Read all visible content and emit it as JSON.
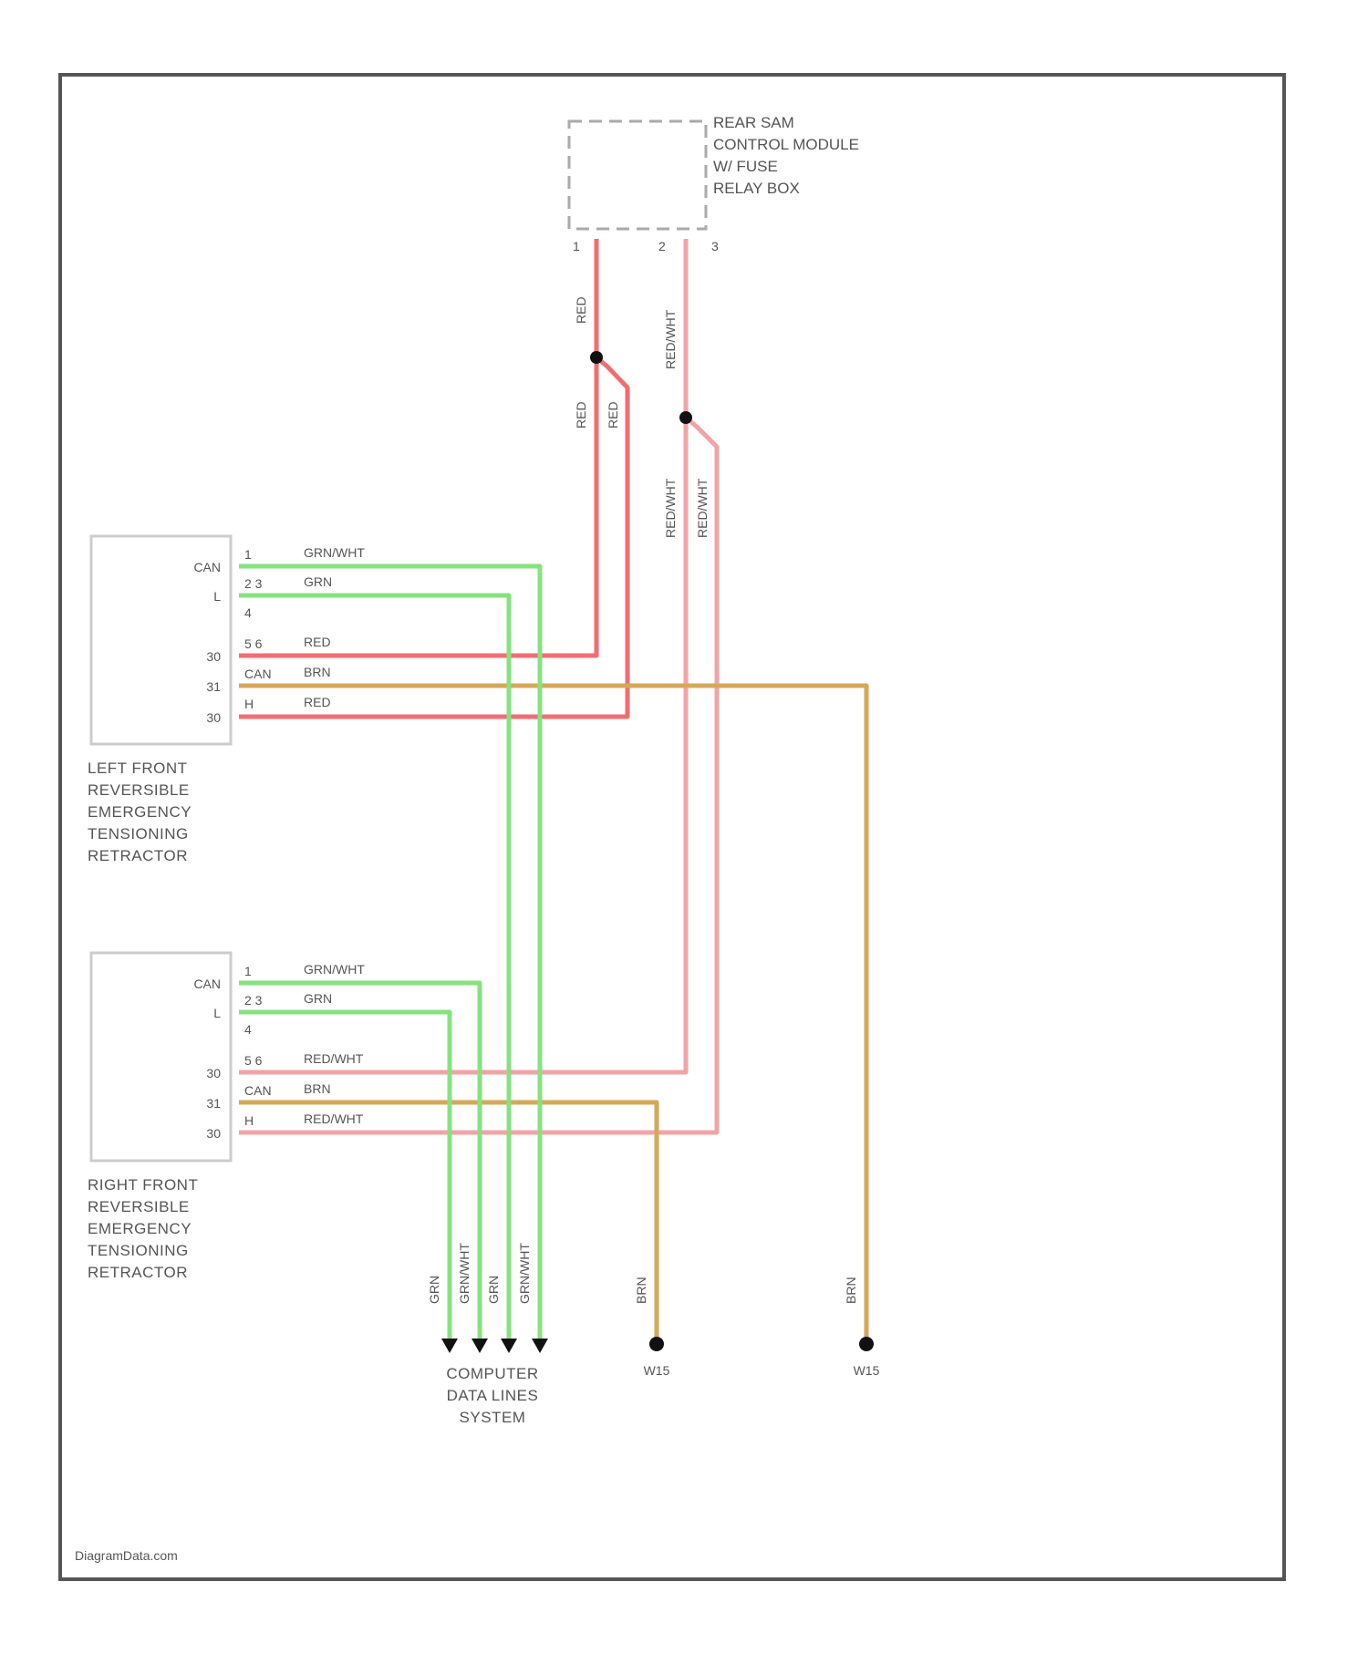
{
  "module": {
    "label_lines": [
      "REAR SAM",
      "CONTROL MODULE",
      "W/ FUSE",
      "RELAY BOX"
    ],
    "pins": [
      "1",
      "2",
      "3"
    ]
  },
  "left_retractor": {
    "name_lines": [
      "LEFT FRONT",
      "REVERSIBLE",
      "EMERGENCY",
      "TENSIONING",
      "RETRACTOR"
    ],
    "inner_labels": [
      "CAN",
      "L",
      "30",
      "31",
      "30"
    ],
    "pins": [
      "1",
      "2 3",
      "4",
      "5 6",
      "CAN",
      "H"
    ],
    "wire_labels": [
      "GRN/WHT",
      "GRN",
      "RED",
      "BRN",
      "RED"
    ]
  },
  "right_retractor": {
    "name_lines": [
      "RIGHT FRONT",
      "REVERSIBLE",
      "EMERGENCY",
      "TENSIONING",
      "RETRACTOR"
    ],
    "inner_labels": [
      "CAN",
      "L",
      "30",
      "31",
      "30"
    ],
    "pins": [
      "1",
      "2 3",
      "4",
      "5 6",
      "CAN",
      "H"
    ],
    "wire_labels": [
      "GRN/WHT",
      "GRN",
      "RED/WHT",
      "BRN",
      "RED/WHT"
    ]
  },
  "vertical_labels": {
    "module_pin1_wire": "RED",
    "module_pin3_wire": "RED/WHT",
    "left_split_a": "RED",
    "left_split_b": "RED",
    "right_split_a": "RED/WHT",
    "right_split_b": "RED/WHT",
    "bottom_1": "GRN",
    "bottom_2": "GRN/WHT",
    "bottom_3": "GRN",
    "bottom_4": "GRN/WHT",
    "ground_1": "BRN",
    "ground_2": "BRN"
  },
  "terminals": {
    "data_lines_lines": [
      "COMPUTER",
      "DATA LINES",
      "SYSTEM"
    ],
    "ground_1": "W15",
    "ground_2": "W15"
  },
  "watermark": "DiagramData.com",
  "colors": {
    "red": "#f26d72",
    "pink": "#f3a3a6",
    "green": "#86e27e",
    "brown": "#d4a85a",
    "frame": "#555555",
    "box": "#cccccc"
  }
}
